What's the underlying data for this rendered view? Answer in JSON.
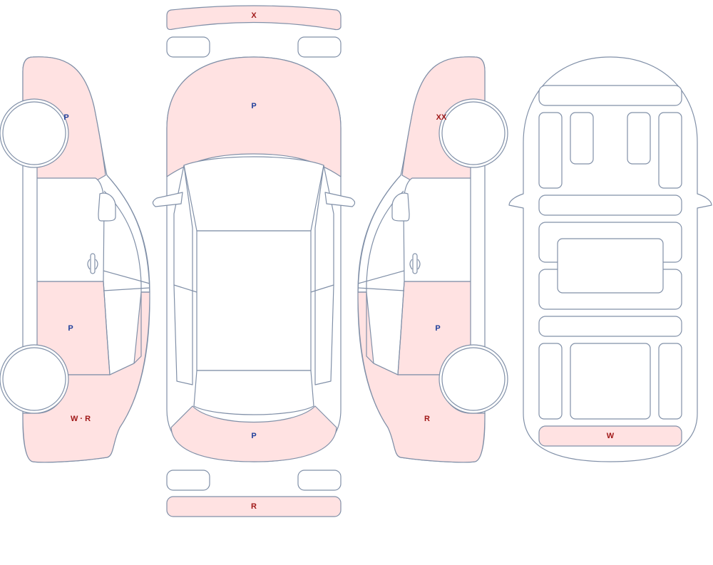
{
  "colors": {
    "outline": "#8190a8",
    "damaged_fill": "#ffe2e2",
    "code_blue": "#1f3f9a",
    "code_red": "#a01818"
  },
  "codes": {
    "roof_bar_front": "X",
    "hood": "P",
    "front_bumper_bottom": "R",
    "rear_bumper_area": "P",
    "left_front_fender": "P",
    "left_rear_door": "P",
    "left_rear_quarter": "W · R",
    "right_front_fender": "XX",
    "right_rear_door": "P",
    "right_rear_quarter": "R",
    "underbody_rear": "W"
  }
}
